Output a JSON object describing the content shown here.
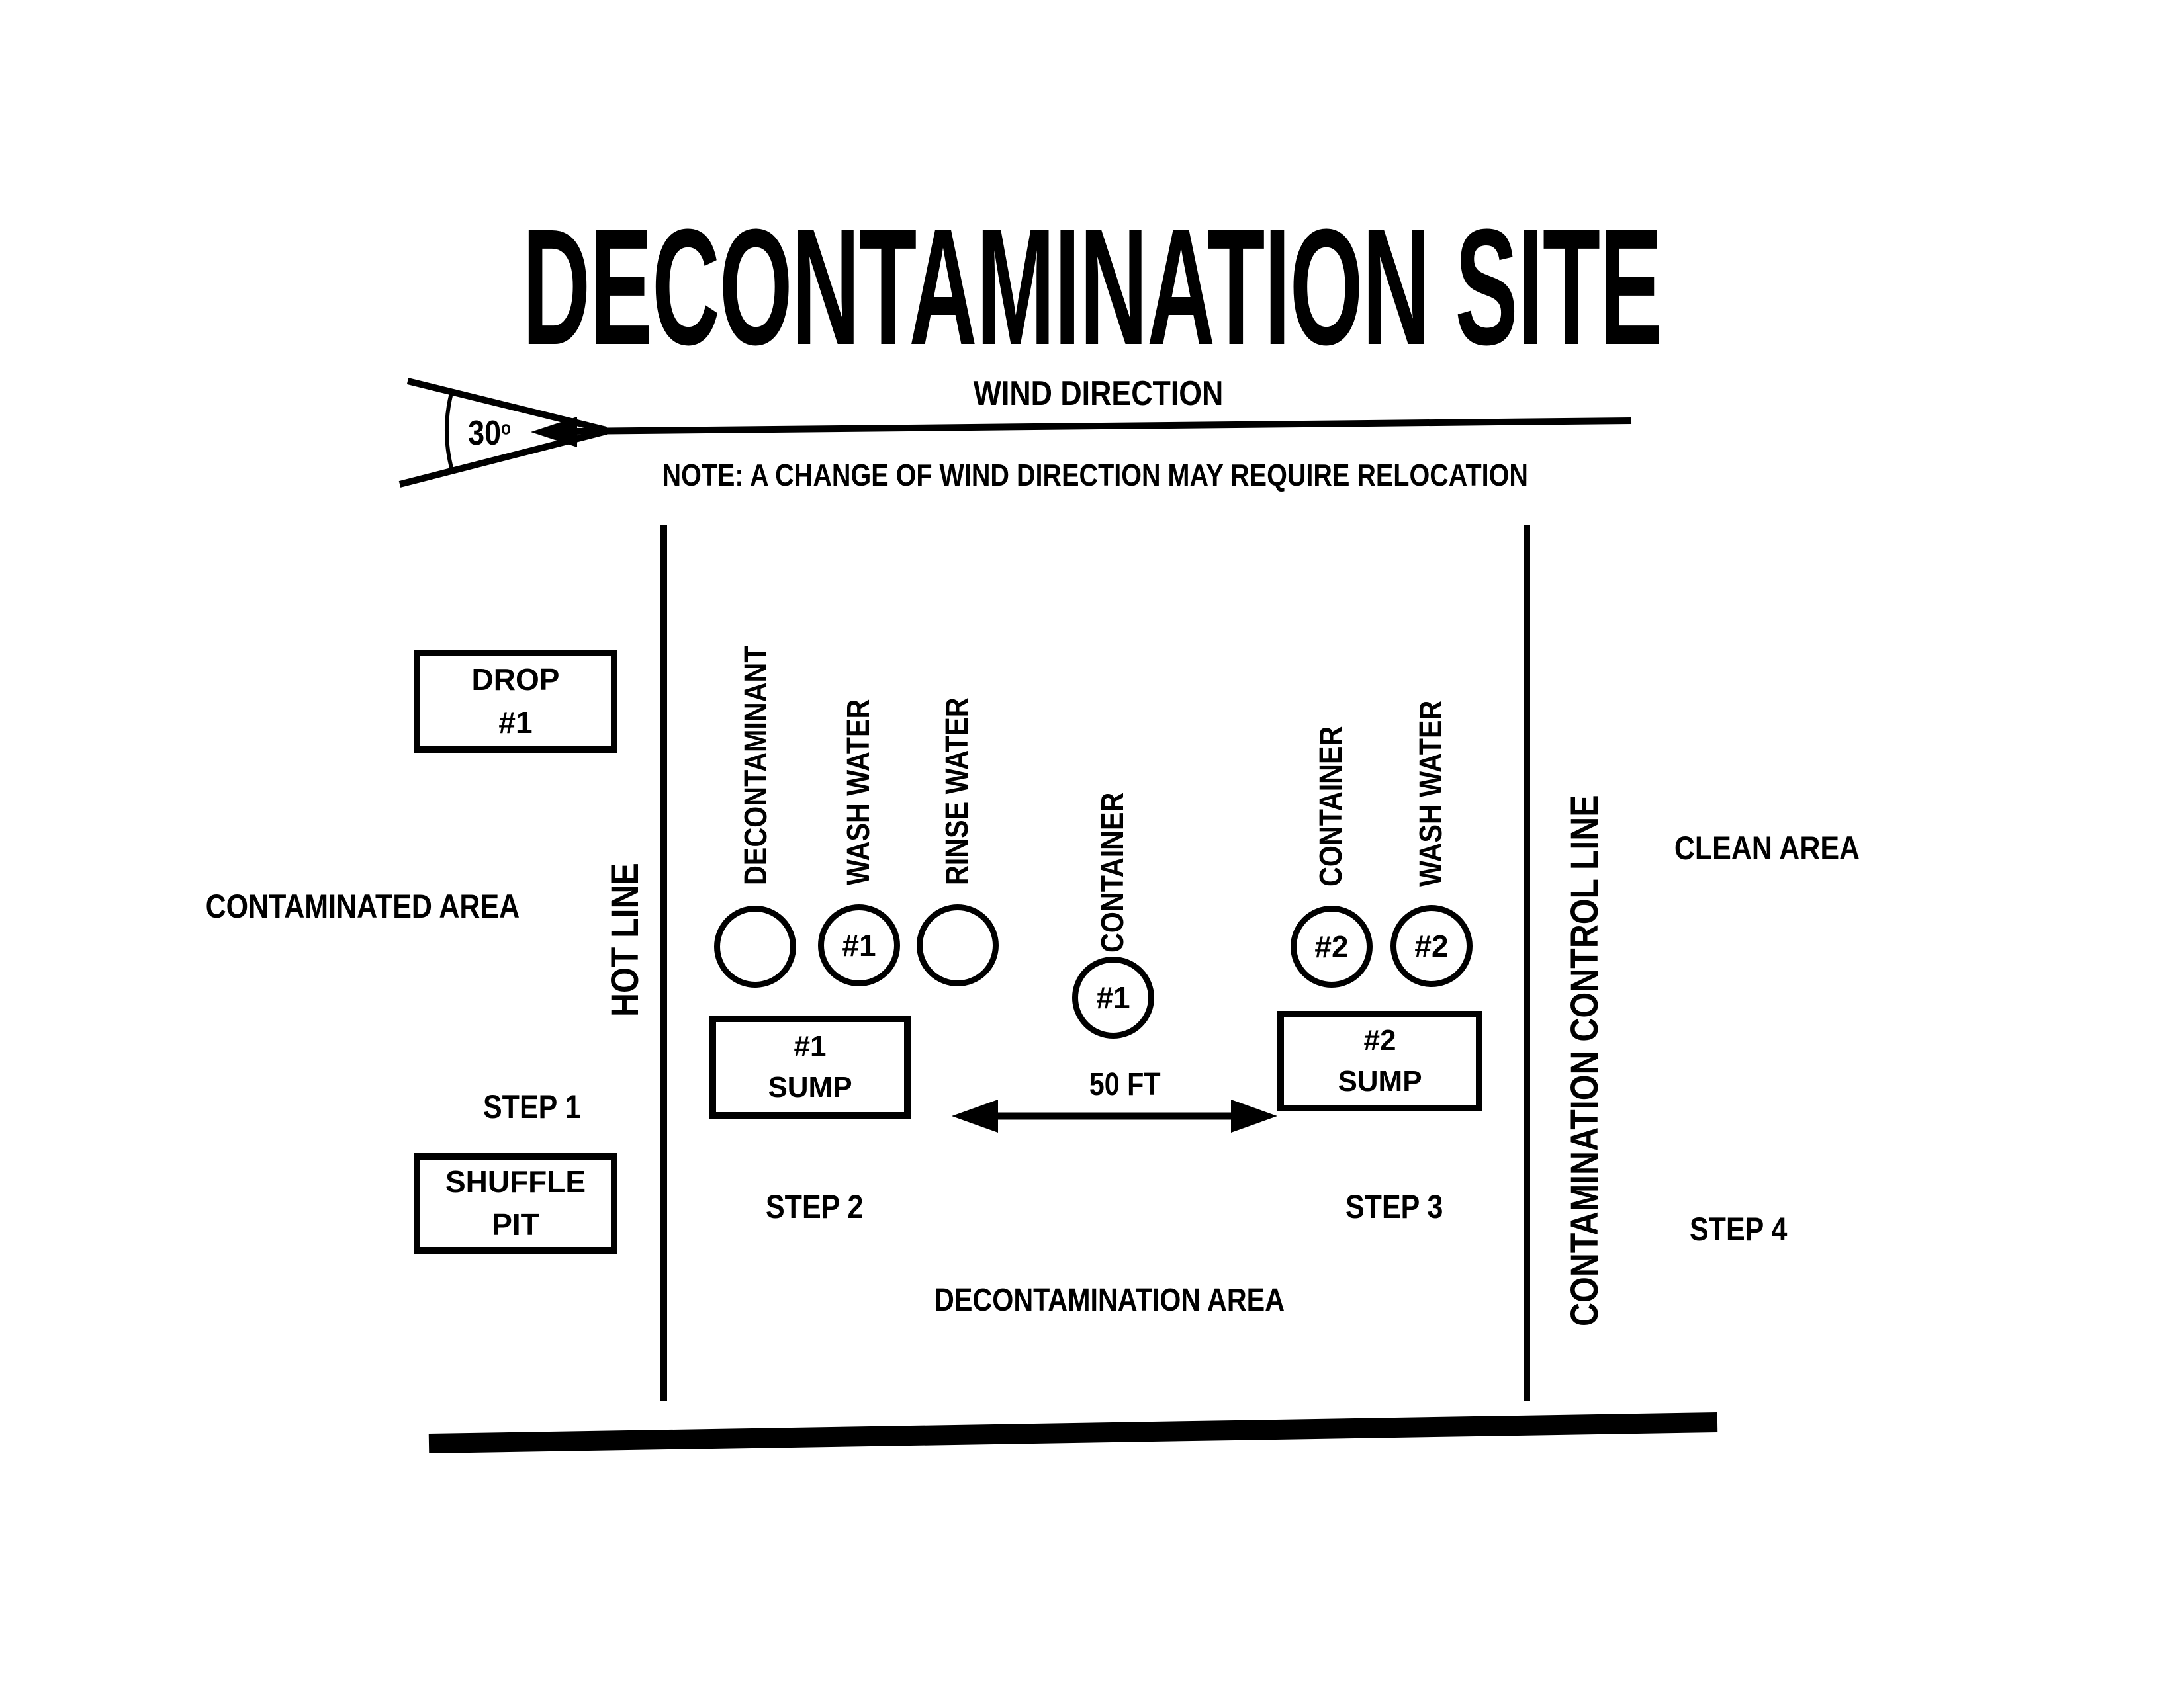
{
  "title": "DECONTAMINATION SITE",
  "colors": {
    "ink": "#000000",
    "background": "#ffffff"
  },
  "wind": {
    "label": "WIND DIRECTION",
    "angle_value": "30",
    "angle_unit": "o",
    "note": "NOTE: A CHANGE OF WIND DIRECTION MAY REQUIRE RELOCATION"
  },
  "boundaries": {
    "hot_line": "HOT LINE",
    "control_line": "CONTAMINATION CONTROL LINE"
  },
  "areas": {
    "contaminated": "CONTAMINATED AREA",
    "decontamination": "DECONTAMINATION AREA",
    "clean": "CLEAN AREA"
  },
  "steps": [
    "STEP 1",
    "STEP 2",
    "STEP 3",
    "STEP 4"
  ],
  "drop_station": {
    "line1": "DROP",
    "line2": "#1"
  },
  "shuffle_pit": {
    "line1": "SHUFFLE",
    "line2": "PIT"
  },
  "stations": [
    {
      "label": "DECONTAMINANT",
      "circle_text": ""
    },
    {
      "label": "WASH WATER",
      "circle_text": "#1"
    },
    {
      "label": "RINSE WATER",
      "circle_text": ""
    },
    {
      "label": "CONTAINER",
      "circle_text": "#1"
    },
    {
      "label": "CONTAINER",
      "circle_text": "#2"
    },
    {
      "label": "WASH WATER",
      "circle_text": "#2"
    }
  ],
  "sumps": [
    {
      "line1": "#1",
      "line2": "SUMP"
    },
    {
      "line1": "#2",
      "line2": "SUMP"
    }
  ],
  "distance_label": "50 FT"
}
